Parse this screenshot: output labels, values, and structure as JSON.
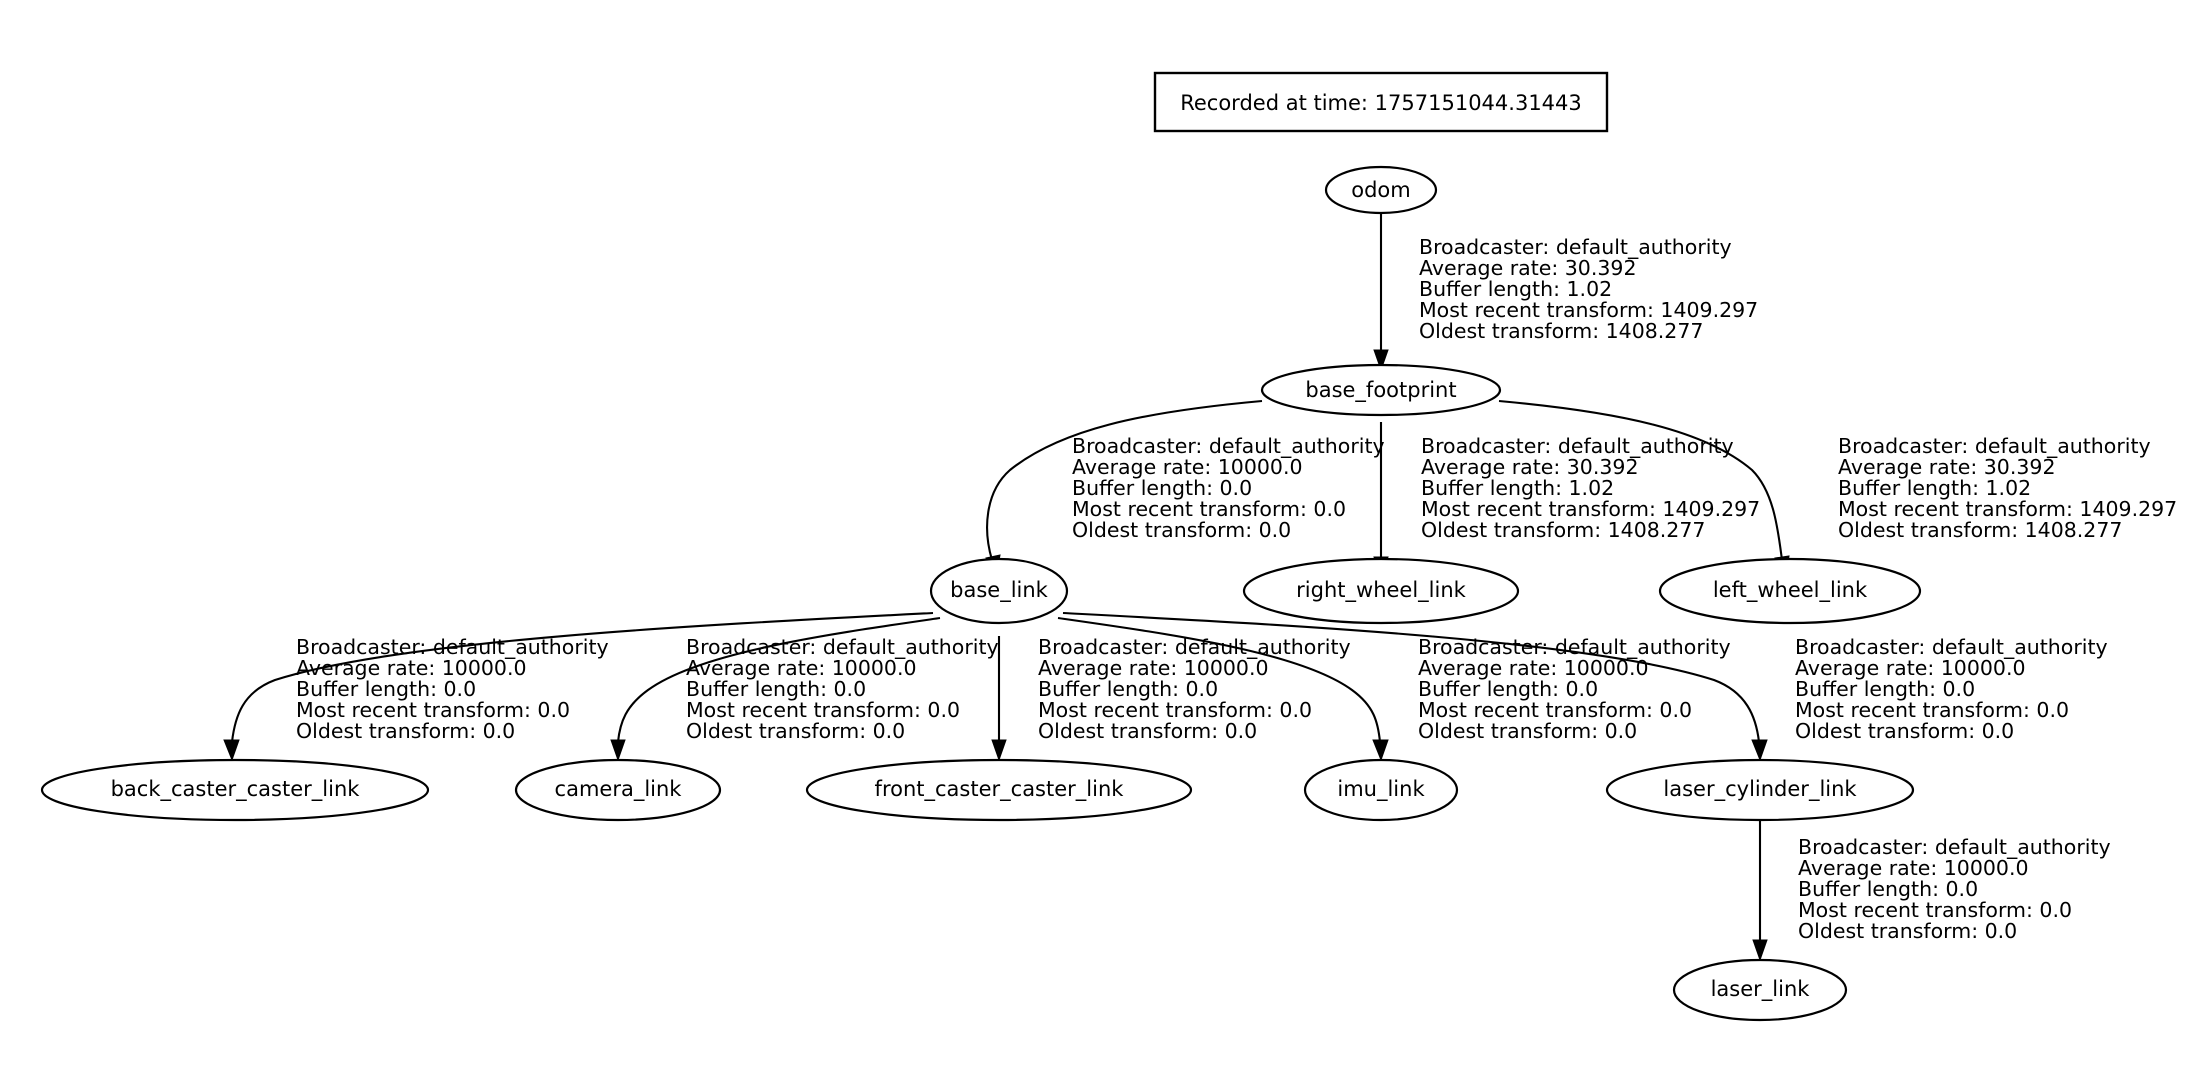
{
  "header": {
    "recorded_label": "Recorded at time: 1757151044.31443"
  },
  "nodes": {
    "odom": "odom",
    "base_footprint": "base_footprint",
    "base_link": "base_link",
    "right_wheel_link": "right_wheel_link",
    "left_wheel_link": "left_wheel_link",
    "back_caster_caster_link": "back_caster_caster_link",
    "camera_link": "camera_link",
    "front_caster_caster_link": "front_caster_caster_link",
    "imu_link": "imu_link",
    "laser_cylinder_link": "laser_cylinder_link",
    "laser_link": "laser_link"
  },
  "edge_labels": {
    "odom_to_base_footprint": {
      "broadcaster": "Broadcaster: default_authority",
      "average_rate": "Average rate: 30.392",
      "buffer_length": "Buffer length: 1.02",
      "most_recent_transform": "Most recent transform: 1409.297",
      "oldest_transform": "Oldest transform: 1408.277"
    },
    "base_footprint_to_base_link": {
      "broadcaster": "Broadcaster: default_authority",
      "average_rate": "Average rate: 10000.0",
      "buffer_length": "Buffer length: 0.0",
      "most_recent_transform": "Most recent transform: 0.0",
      "oldest_transform": "Oldest transform: 0.0"
    },
    "base_footprint_to_right_wheel_link": {
      "broadcaster": "Broadcaster: default_authority",
      "average_rate": "Average rate: 30.392",
      "buffer_length": "Buffer length: 1.02",
      "most_recent_transform": "Most recent transform: 1409.297",
      "oldest_transform": "Oldest transform: 1408.277"
    },
    "base_footprint_to_left_wheel_link": {
      "broadcaster": "Broadcaster: default_authority",
      "average_rate": "Average rate: 30.392",
      "buffer_length": "Buffer length: 1.02",
      "most_recent_transform": "Most recent transform: 1409.297",
      "oldest_transform": "Oldest transform: 1408.277"
    },
    "base_link_to_back_caster_caster_link": {
      "broadcaster": "Broadcaster: default_authority",
      "average_rate": "Average rate: 10000.0",
      "buffer_length": "Buffer length: 0.0",
      "most_recent_transform": "Most recent transform: 0.0",
      "oldest_transform": "Oldest transform: 0.0"
    },
    "base_link_to_camera_link": {
      "broadcaster": "Broadcaster: default_authority",
      "average_rate": "Average rate: 10000.0",
      "buffer_length": "Buffer length: 0.0",
      "most_recent_transform": "Most recent transform: 0.0",
      "oldest_transform": "Oldest transform: 0.0"
    },
    "base_link_to_front_caster_caster_link": {
      "broadcaster": "Broadcaster: default_authority",
      "average_rate": "Average rate: 10000.0",
      "buffer_length": "Buffer length: 0.0",
      "most_recent_transform": "Most recent transform: 0.0",
      "oldest_transform": "Oldest transform: 0.0"
    },
    "base_link_to_imu_link": {
      "broadcaster": "Broadcaster: default_authority",
      "average_rate": "Average rate: 10000.0",
      "buffer_length": "Buffer length: 0.0",
      "most_recent_transform": "Most recent transform: 0.0",
      "oldest_transform": "Oldest transform: 0.0"
    },
    "base_link_to_laser_cylinder_link": {
      "broadcaster": "Broadcaster: default_authority",
      "average_rate": "Average rate: 10000.0",
      "buffer_length": "Buffer length: 0.0",
      "most_recent_transform": "Most recent transform: 0.0",
      "oldest_transform": "Oldest transform: 0.0"
    },
    "laser_cylinder_link_to_laser_link": {
      "broadcaster": "Broadcaster: default_authority",
      "average_rate": "Average rate: 10000.0",
      "buffer_length": "Buffer length: 0.0",
      "most_recent_transform": "Most recent transform: 0.0",
      "oldest_transform": "Oldest transform: 0.0"
    }
  }
}
